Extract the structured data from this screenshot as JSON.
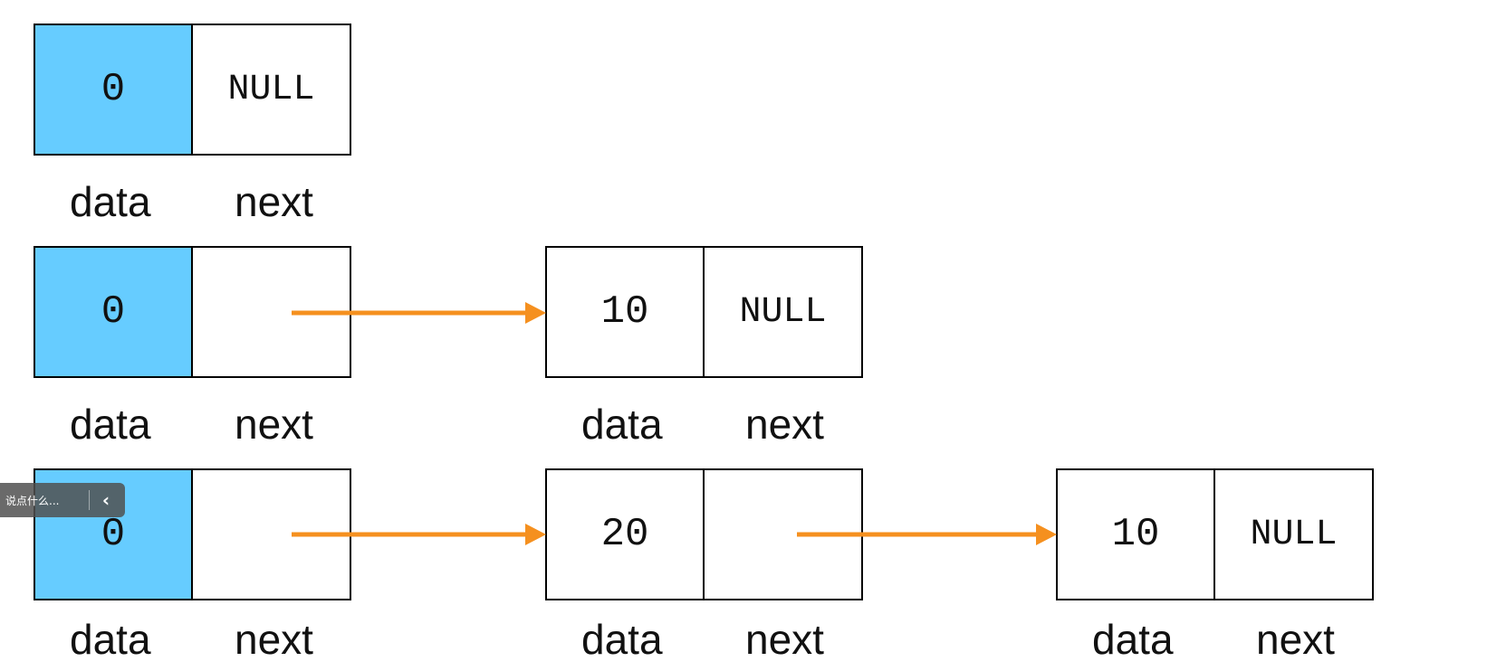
{
  "rows": [
    {
      "nodes": [
        {
          "data": "0",
          "next": "NULL",
          "data_label": "data",
          "next_label": "next"
        }
      ]
    },
    {
      "nodes": [
        {
          "data": "0",
          "next": "",
          "data_label": "data",
          "next_label": "next"
        },
        {
          "data": "10",
          "next": "NULL",
          "data_label": "data",
          "next_label": "next"
        }
      ]
    },
    {
      "nodes": [
        {
          "data": "0",
          "next": "",
          "data_label": "data",
          "next_label": "next"
        },
        {
          "data": "20",
          "next": "",
          "data_label": "data",
          "next_label": "next"
        },
        {
          "data": "10",
          "next": "NULL",
          "data_label": "data",
          "next_label": "next"
        }
      ]
    }
  ],
  "colors": {
    "head_fill": "#66ccff",
    "arrow": "#f5901f",
    "border": "#000000"
  },
  "comment_widget": {
    "placeholder": "说点什么...",
    "toggle_icon": "chevron-left-icon"
  }
}
